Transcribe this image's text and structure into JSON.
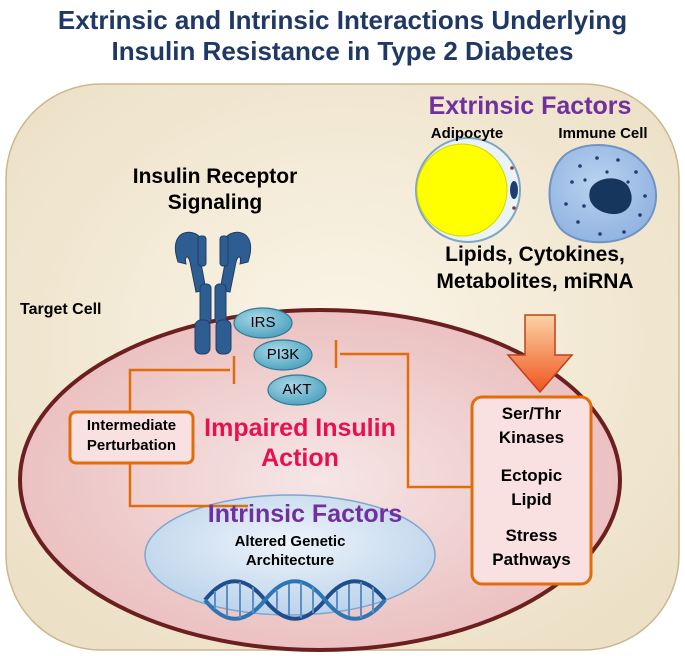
{
  "title_line1": "Extrinsic and Intrinsic Interactions Underlying",
  "title_line2": "Insulin Resistance in Type 2 Diabetes",
  "extrinsic": {
    "heading": "Extrinsic Factors",
    "adipocyte_label": "Adipocyte",
    "immune_label": "Immune Cell",
    "signals_line1": "Lipids, Cytokines,",
    "signals_line2": "Metabolites, miRNA"
  },
  "receptor": {
    "line1": "Insulin Receptor",
    "line2": "Signaling"
  },
  "target_cell_label": "Target Cell",
  "signaling_nodes": [
    "IRS",
    "PI3K",
    "AKT"
  ],
  "impaired": {
    "line1": "Impaired Insulin",
    "line2": "Action"
  },
  "intermediate": {
    "line1": "Intermediate",
    "line2": "Perturbation"
  },
  "kinase_box": {
    "item1_line1": "Ser/Thr",
    "item1_line2": "Kinases",
    "item2_line1": "Ectopic",
    "item2_line2": "Lipid",
    "item3_line1": "Stress",
    "item3_line2": "Pathways"
  },
  "intrinsic": {
    "heading": "Intrinsic Factors",
    "line1": "Altered Genetic",
    "line2": "Architecture"
  },
  "colors": {
    "title": "#1f3864",
    "purple": "#7030a0",
    "red": "#e8114d",
    "orange": "#e36c0a",
    "node": "#4bacc6"
  }
}
